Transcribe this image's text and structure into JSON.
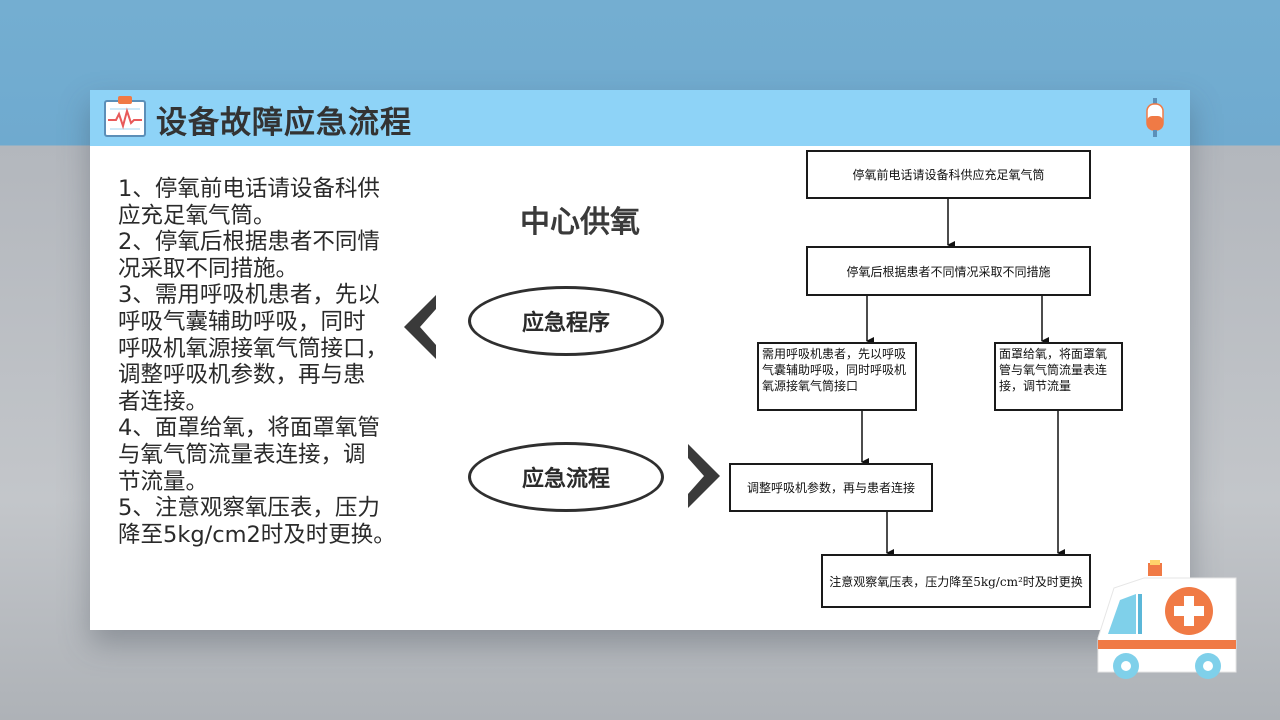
{
  "header": {
    "title": "设备故障应急流程",
    "left_icon": "clipboard-heartbeat-icon",
    "right_icon": "iv-drip-bag-icon"
  },
  "steps": [
    "1、停氧前电话请设备科供",
    "应充足氧气筒。",
    "2、停氧后根据患者不同情",
    "况采取不同措施。",
    "3、需用呼吸机患者，先以",
    "呼吸气囊辅助呼吸，同时",
    "呼吸机氧源接氧气筒接口，",
    "调整呼吸机参数，再与患",
    "者连接。",
    "4、面罩给氧，将面罩氧管",
    "与氧气筒流量表连接，调",
    "节流量。",
    "5、注意观察氧压表，压力",
    "降至5kg/cm2时及时更换。"
  ],
  "center": {
    "title": "中心供氧",
    "oval_procedure": "应急程序",
    "oval_flow": "应急流程"
  },
  "flowchart": {
    "box1": "停氧前电话请设备科供应充足氧气筒",
    "box2": "停氧后根据患者不同情况采取不同措施",
    "box3": "需用呼吸机患者，先以呼吸气囊辅助呼吸，同时呼吸机氧源接氧气筒接口",
    "box4": "面罩给氧，将面罩氧管与氧气筒流量表连接，调节流量",
    "box5": "调整呼吸机参数，再与患者连接",
    "box6": "注意观察氧压表，压力降至5kg/cm²时及时更换"
  },
  "colors": {
    "header_bar": "#8ed3f7",
    "card": "#ffffff",
    "background_top": "#74aed1",
    "background_bottom": "#b3b7bd",
    "ambulance_stripe": "#f07a45",
    "ambulance_window": "#7fd0ea"
  },
  "decor": {
    "ambulance_icon": "ambulance-icon"
  }
}
